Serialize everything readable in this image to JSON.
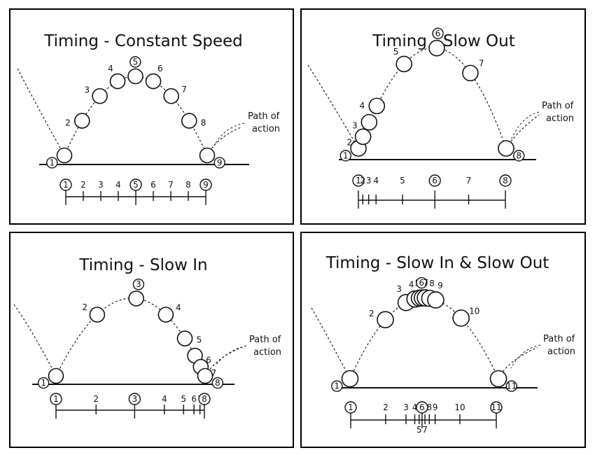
{
  "panels": [
    {
      "title": "Timing - Constant Speed",
      "annotation": [
        "Path of",
        "action"
      ],
      "frames": [
        "1",
        "2",
        "3",
        "4",
        "5",
        "6",
        "7",
        "8",
        "9"
      ],
      "keyframes": [
        "1",
        "5",
        "9"
      ],
      "spacing": [
        0,
        0.125,
        0.25,
        0.375,
        0.5,
        0.625,
        0.75,
        0.875,
        1
      ]
    },
    {
      "title": "Timing - Slow Out",
      "annotation": [
        "Path of",
        "action"
      ],
      "frames": [
        "1",
        "2",
        "3",
        "4",
        "5",
        "6",
        "7",
        "8"
      ],
      "keyframes": [
        "1",
        "6",
        "8"
      ],
      "spacing": [
        0,
        0.03,
        0.07,
        0.12,
        0.3,
        0.52,
        0.75,
        1
      ]
    },
    {
      "title": "Timing - Slow In",
      "annotation": [
        "Path of",
        "action"
      ],
      "frames": [
        "1",
        "2",
        "3",
        "4",
        "5",
        "6",
        "7",
        "8"
      ],
      "keyframes": [
        "1",
        "3",
        "8"
      ],
      "spacing": [
        0,
        0.27,
        0.53,
        0.73,
        0.86,
        0.93,
        0.97,
        1
      ]
    },
    {
      "title": "Timing - Slow In & Slow Out",
      "annotation": [
        "Path of",
        "action"
      ],
      "frames": [
        "1",
        "2",
        "3",
        "4",
        "5",
        "6",
        "7",
        "8",
        "9",
        "10",
        "11"
      ],
      "keyframes": [
        "1",
        "6",
        "11"
      ],
      "spacing": [
        0,
        0.24,
        0.38,
        0.44,
        0.47,
        0.49,
        0.51,
        0.54,
        0.58,
        0.75,
        1
      ]
    }
  ]
}
